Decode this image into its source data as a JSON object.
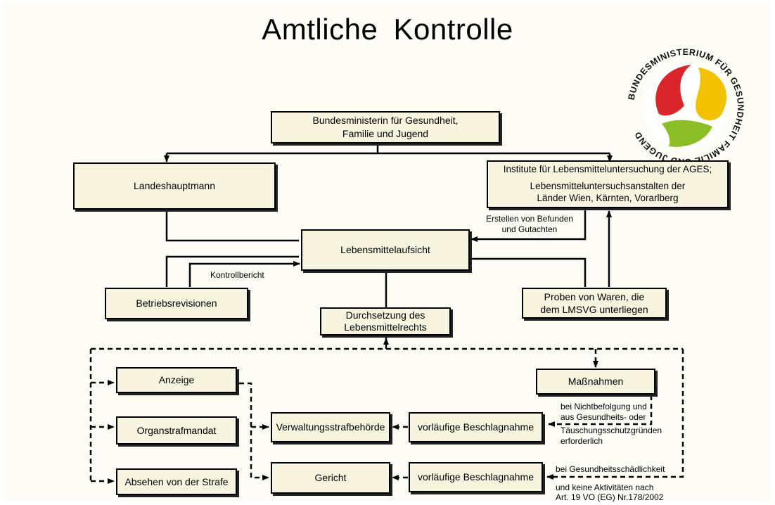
{
  "title": "Amtliche  Kontrolle",
  "logo": {
    "ring_text": "BUNDESMINISTERIUM FÜR GESUNDHEIT FAMILIE UND JUGEND",
    "colors": [
      "#d9262a",
      "#f2c200",
      "#8cbf26"
    ]
  },
  "boxes": {
    "ministerin_l1": "Bundesministerin für Gesundheit,",
    "ministerin_l2": "Familie und Jugend",
    "landeshauptmann": "Landeshauptmann",
    "institute_l1": "Institute für Lebensmitteluntersuchung der AGES;",
    "institute_l2": "Lebensmitteluntersuchsanstalten der",
    "institute_l3": "Länder Wien, Kärnten, Vorarlberg",
    "lebensmittelaufsicht": "Lebensmittelaufsicht",
    "betriebsrevisionen": "Betriebsrevisionen",
    "proben_l1": "Proben von Waren, die",
    "proben_l2": "dem LMSVG unterliegen",
    "durchsetzung_l1": "Durchsetzung des",
    "durchsetzung_l2": "Lebensmittelrechts",
    "anzeige": "Anzeige",
    "organstrafmandat": "Organstrafmandat",
    "absehen": "Absehen von der Strafe",
    "verwaltungsstrafbehoerde": "Verwaltungsstrafbehörde",
    "gericht": "Gericht",
    "beschlagnahme_1": "vorläufige Beschlagnahme",
    "beschlagnahme_2": "vorläufige Beschlagnahme",
    "massnahmen": "Maßnahmen"
  },
  "labels": {
    "befunde_l1": "Erstellen von Befunden",
    "befunde_l2": "und Gutachten",
    "kontrollbericht": "Kontrollbericht",
    "nichtbefolgung_l1": "bei Nichtbefolgung und",
    "nichtbefolgung_l2": "aus Gesundheits- oder",
    "nichtbefolgung_l3": "Täuschungsschutzgründen",
    "nichtbefolgung_l4": "erforderlich",
    "gesundheit_l1": "bei Gesundheitsschädlichkeit",
    "gesundheit_l2": "und keine Aktivitäten nach",
    "gesundheit_l3": "Art. 19 VO (EG) Nr.178/2002"
  }
}
